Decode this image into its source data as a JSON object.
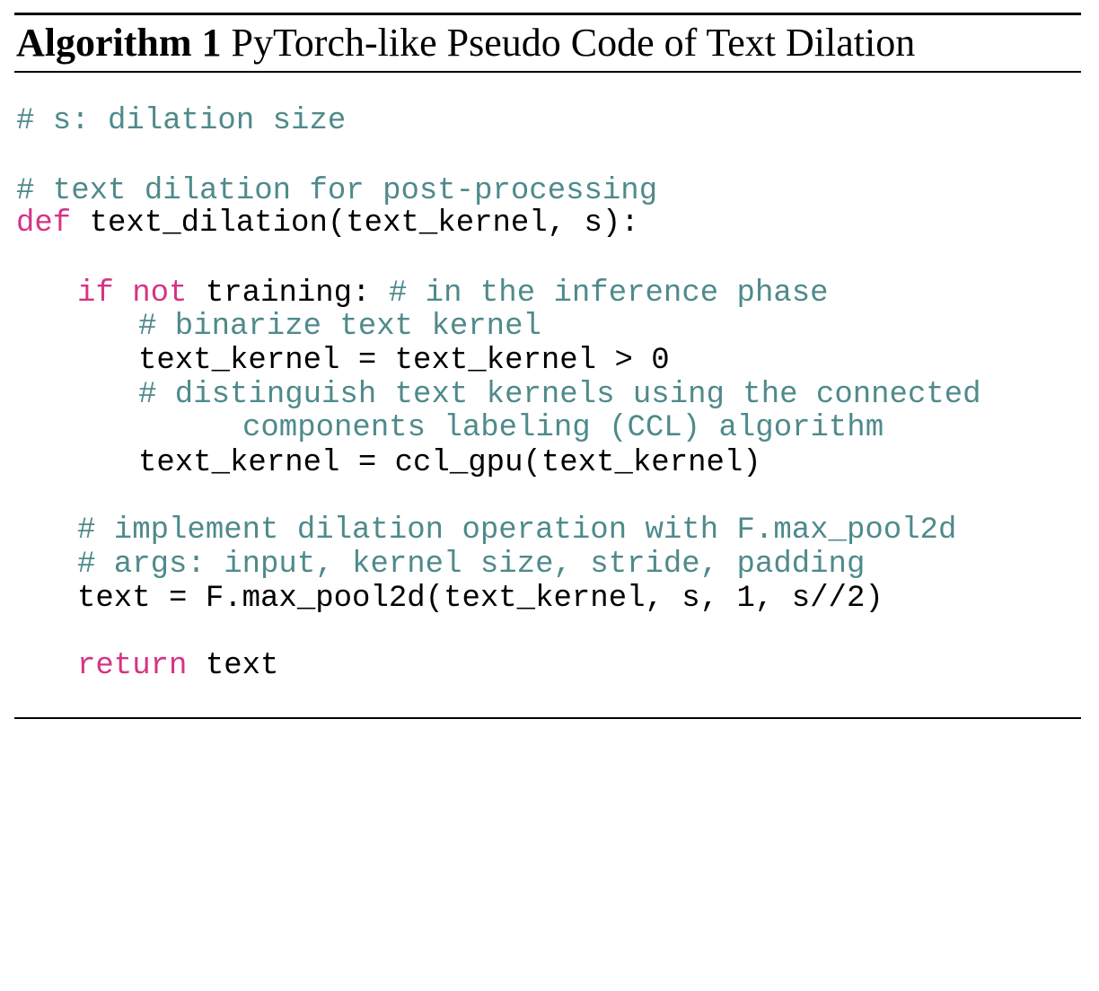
{
  "algorithm": {
    "label": "Algorithm 1",
    "title": "PyTorch-like Pseudo Code of Text Dilation"
  },
  "colors": {
    "comment": "#4f8a8b",
    "keyword": "#d63384",
    "text": "#000000"
  },
  "code": {
    "l1_comment": "# s: dilation size",
    "l2_comment": "# text dilation for post-processing",
    "l3_keyword": "def",
    "l3_text": " text_dilation(text_kernel, s):",
    "l4_kw_if": "if",
    "l4_kw_not": "not",
    "l4_text": " training: ",
    "l4_comment": "# in the inference phase",
    "l5_comment": "# binarize text kernel",
    "l6_text": "text_kernel = text_kernel > 0",
    "l7_comment": "# distinguish text kernels using the connected",
    "l8_comment": "components labeling (CCL) algorithm",
    "l9_text": "text_kernel = ccl_gpu(text_kernel)",
    "l10_comment": "# implement dilation operation with F.max_pool2d",
    "l11_comment": "# args: input, kernel size, stride, padding",
    "l12_text": "text = F.max_pool2d(text_kernel, s, 1, s//2)",
    "l13_keyword": "return",
    "l13_text": " text"
  }
}
